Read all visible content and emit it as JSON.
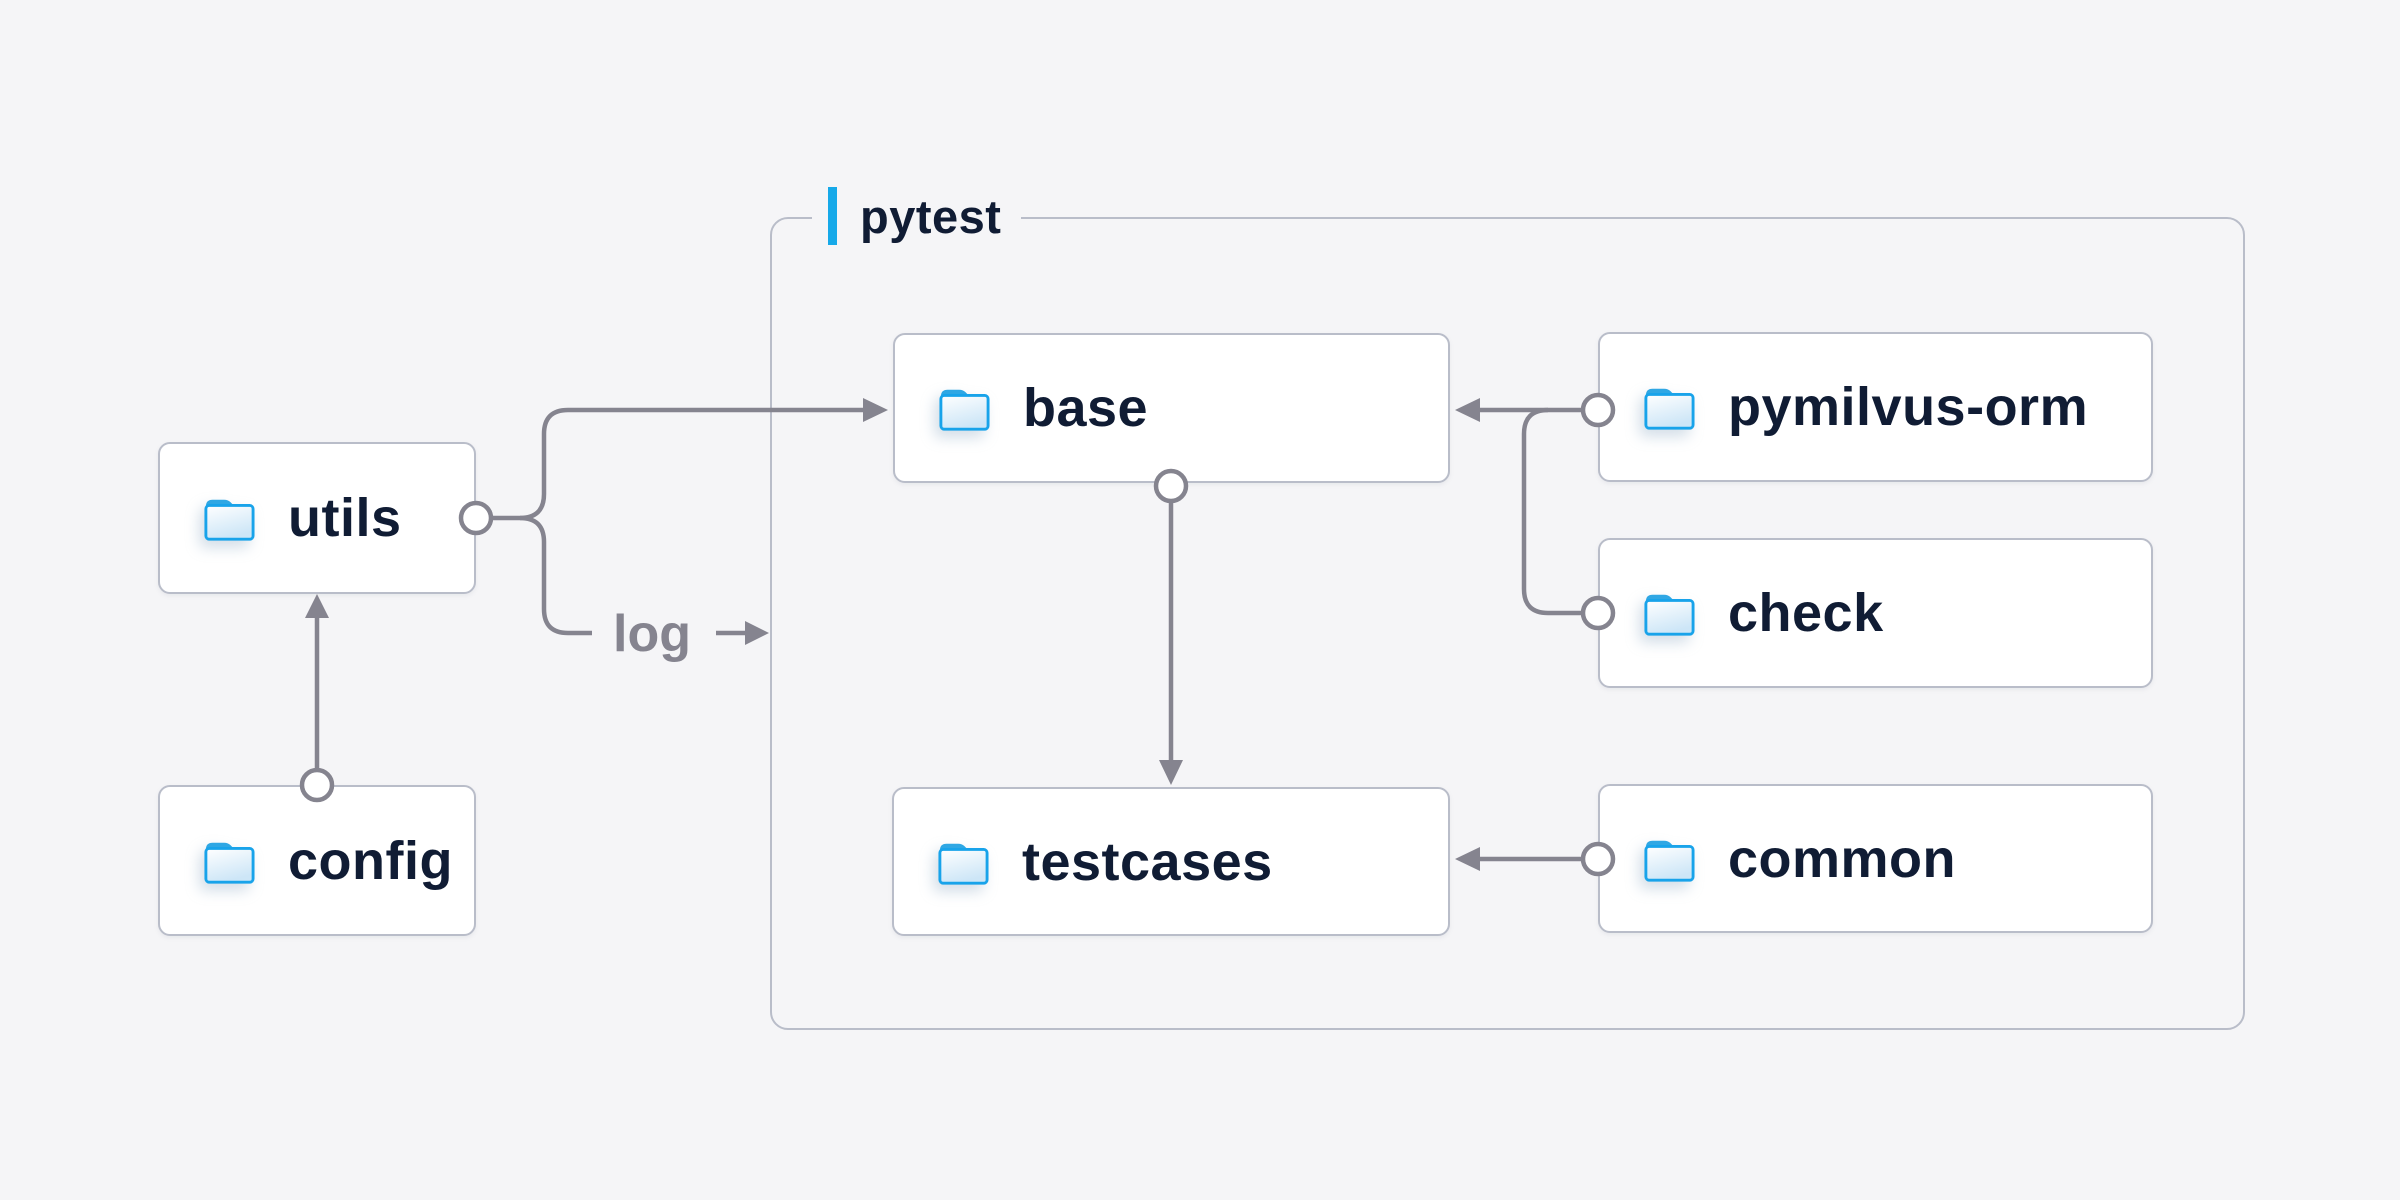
{
  "page": {
    "background_color": "#f5f5f7"
  },
  "diagram": {
    "group": {
      "label": "pytest",
      "accent_bar_color": "#16a9e9"
    },
    "nodes": [
      {
        "id": "utils",
        "label": "utils",
        "icon": "folder-icon"
      },
      {
        "id": "config",
        "label": "config",
        "icon": "folder-icon"
      },
      {
        "id": "base",
        "label": "base",
        "icon": "folder-icon"
      },
      {
        "id": "pymilvus-orm",
        "label": "pymilvus-orm",
        "icon": "folder-icon"
      },
      {
        "id": "check",
        "label": "check",
        "icon": "folder-icon"
      },
      {
        "id": "testcases",
        "label": "testcases",
        "icon": "folder-icon"
      },
      {
        "id": "common",
        "label": "common",
        "icon": "folder-icon"
      }
    ],
    "edges": [
      {
        "from": "config",
        "to": "utils",
        "type": "arrow"
      },
      {
        "from": "utils",
        "to": "base",
        "type": "arrow"
      },
      {
        "from": "utils",
        "to": "pytest-group",
        "type": "arrow",
        "label": "log"
      },
      {
        "from": "base",
        "to": "testcases",
        "type": "arrow"
      },
      {
        "from": "pymilvus-orm",
        "to": "base",
        "type": "arrow"
      },
      {
        "from": "check",
        "to": "base",
        "type": "arrow",
        "joins": "pymilvus-orm"
      },
      {
        "from": "common",
        "to": "testcases",
        "type": "arrow"
      }
    ],
    "edge_label": {
      "text": "log"
    },
    "colors": {
      "background": "#f5f5f7",
      "node_background": "#ffffff",
      "node_border": "#b9bdc9",
      "connector": "#85848f",
      "label_text": "#101c34",
      "edge_label_text": "#85848f",
      "folder_stroke": "#18a3ea",
      "folder_tab": "#2fa7e4",
      "folder_fill_bottom": "#cde6f7",
      "accent": "#16a9e9"
    }
  }
}
